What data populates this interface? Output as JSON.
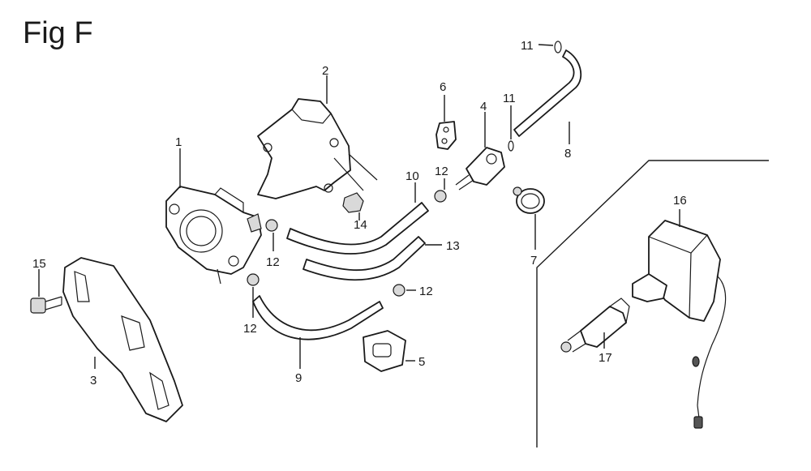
{
  "figure": {
    "title": "Fig F"
  },
  "callouts": [
    {
      "id": "p1",
      "label": "1"
    },
    {
      "id": "p2",
      "label": "2"
    },
    {
      "id": "p3",
      "label": "3"
    },
    {
      "id": "p4",
      "label": "4"
    },
    {
      "id": "p5",
      "label": "5"
    },
    {
      "id": "p6",
      "label": "6"
    },
    {
      "id": "p7",
      "label": "7"
    },
    {
      "id": "p8",
      "label": "8"
    },
    {
      "id": "p9",
      "label": "9"
    },
    {
      "id": "p10",
      "label": "10"
    },
    {
      "id": "p11a",
      "label": "11"
    },
    {
      "id": "p11b",
      "label": "11"
    },
    {
      "id": "p12a",
      "label": "12"
    },
    {
      "id": "p12b",
      "label": "12"
    },
    {
      "id": "p12c",
      "label": "12"
    },
    {
      "id": "p12d",
      "label": "12"
    },
    {
      "id": "p13",
      "label": "13"
    },
    {
      "id": "p14",
      "label": "14"
    },
    {
      "id": "p15",
      "label": "15"
    },
    {
      "id": "p16",
      "label": "16"
    },
    {
      "id": "p17",
      "label": "17"
    }
  ]
}
